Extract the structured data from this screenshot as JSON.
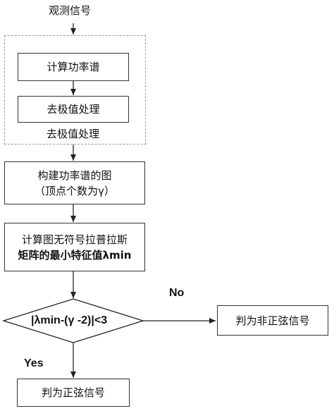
{
  "input_label": "观测信号",
  "group": {
    "step1": "计算功率谱",
    "step2": "去极值处理",
    "caption": "去极值处理"
  },
  "build_graph": {
    "line1": "构建功率谱的图",
    "line2": "（顶点个数为γ）"
  },
  "compute": {
    "line1": "计算图无符号拉普拉斯",
    "line2": "矩阵的最小特征值λmin"
  },
  "decision": "|λmin-(γ -2)|<3",
  "branch_no": "No",
  "branch_yes": "Yes",
  "result_no": "判为非正弦信号",
  "result_yes": "判为正弦信号"
}
